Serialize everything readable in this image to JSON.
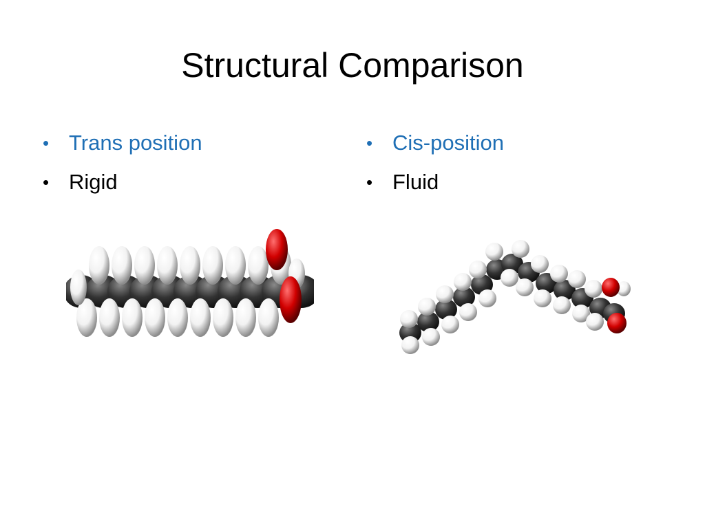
{
  "slide": {
    "title": "Structural Comparison",
    "left_column": {
      "items": [
        {
          "text": "Trans position",
          "style": "accent"
        },
        {
          "text": "Rigid",
          "style": "plain"
        }
      ],
      "image": {
        "model": "space-filling-molecule",
        "configuration": "trans"
      }
    },
    "right_column": {
      "items": [
        {
          "text": "Cis-position",
          "style": "accent"
        },
        {
          "text": "Fluid",
          "style": "plain"
        }
      ],
      "image": {
        "model": "space-filling-molecule",
        "configuration": "cis"
      }
    },
    "colors": {
      "accent_text": "#1f6fb5",
      "carbon": "#333333",
      "hydrogen": "#f2f2f2",
      "oxygen": "#d10000"
    },
    "bullet_glyph": "•"
  }
}
